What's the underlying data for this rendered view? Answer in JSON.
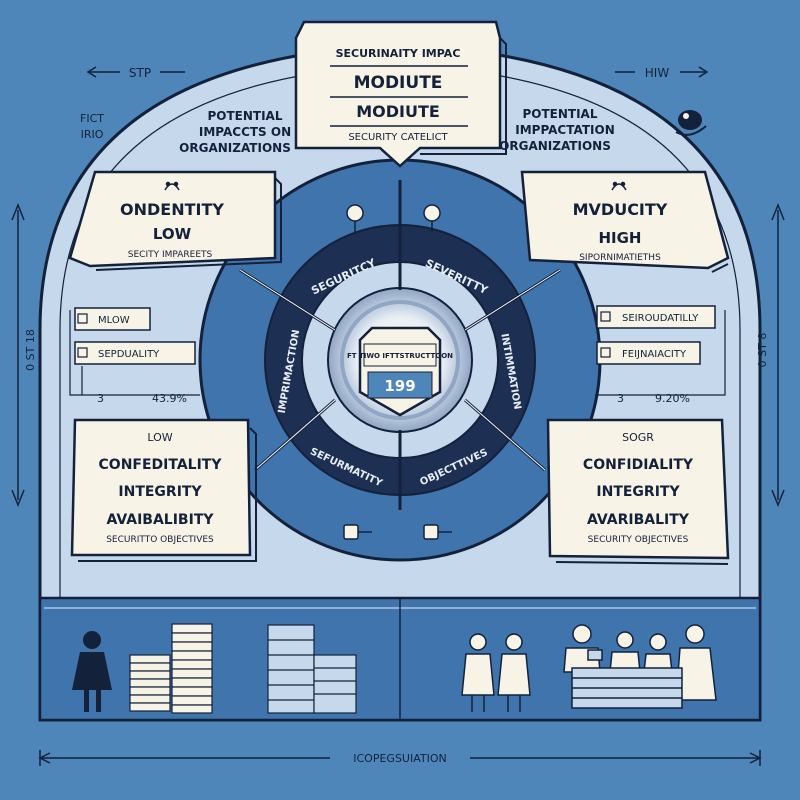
{
  "top_card": {
    "heading": "SECURINAITY IMPAC",
    "line1": "MODIUTE",
    "line2": "MODIUTE",
    "footer": "SECURITY CATELICT"
  },
  "top_left_label": {
    "line1": "POTENTIAL",
    "line2": "IMPACCTS ON",
    "line3": "ORGANIZATIONS"
  },
  "top_right_label": {
    "line1": "POTENTIAL",
    "line2": "IMPPACTATION",
    "line3": "ORGANIZATIONS"
  },
  "corner_labels": {
    "top_left": "STP",
    "top_right": "HIW",
    "left_small_1": "FICT",
    "left_small_2": "IRIO",
    "left_side": "0 ST 18",
    "right_side": "0 ST 8"
  },
  "left_card": {
    "line1": "ONDENTITY",
    "line2": "LOW",
    "line3": "SECITY IMPAREETS"
  },
  "right_card": {
    "line1": "MVDUCITY",
    "line2": "HIGH",
    "line3": "SIPORNIMATIETHS"
  },
  "left_checklist": {
    "item1": "MLOW",
    "item2": "SEPDUALITY",
    "footer_left": "3",
    "footer_right": "43.9%"
  },
  "right_checklist": {
    "item1": "SEIROUDATILLY",
    "item2": "FEIJNAIACITY",
    "footer_left": "3",
    "footer_right": "9.20%"
  },
  "bottom_left_card": {
    "line1": "LOW",
    "line2": "CONFEDITALITY",
    "line3": "INTEGRITY",
    "line4": "AVAIBALIBITY",
    "line5": "SECURITTO OBJECTIVES"
  },
  "bottom_right_card": {
    "line1": "SOGR",
    "line2": "CONFIDIALITY",
    "line3": "INTEGRITY",
    "line4": "AVARIBALITY",
    "line5": "SECURITY OBJECTIVES"
  },
  "ring_labels": {
    "top_left": "SEGURITCY",
    "top_right": "SEVERITTY",
    "left": "IMPRIMACTION",
    "right": "INTIMMATION",
    "bottom_left": "SEFURMATITY",
    "bottom_right": "OBJECTTIVES"
  },
  "shield": {
    "caption": "FT TIWO IFTTSTRUCTTOON",
    "number": "199"
  },
  "bottom_caption": "ICOPEGSUIATION",
  "colors": {
    "background": "#4f86b9",
    "arch_fill": "#c5d8ec",
    "ring_dark": "#1d2f52",
    "ring_mid": "#3f74ad",
    "card_fill": "#f7f3e6",
    "ink": "#14213a"
  }
}
